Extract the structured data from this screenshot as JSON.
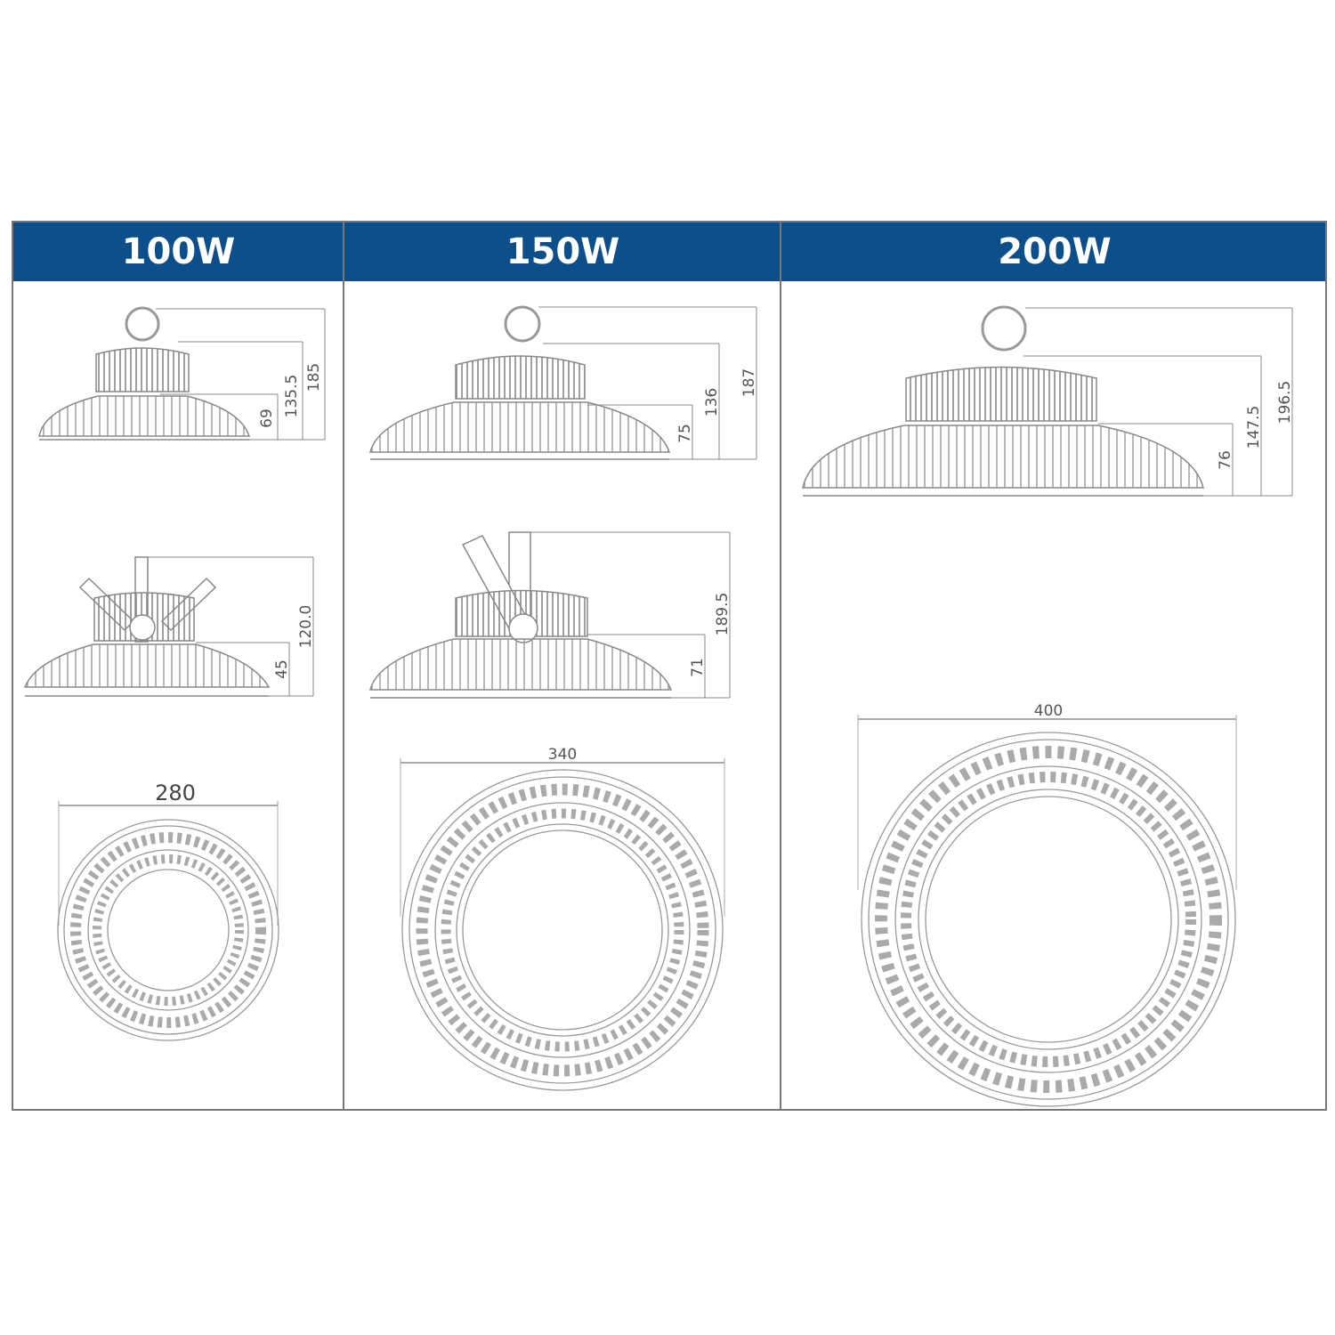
{
  "columns": [
    {
      "header": "100W",
      "side_view": {
        "heights": [
          "69",
          "135.5",
          "185"
        ]
      },
      "bracket_view": {
        "heights": [
          "45",
          "120.0"
        ]
      },
      "bottom_view": {
        "diameter": "280"
      }
    },
    {
      "header": "150W",
      "side_view": {
        "heights": [
          "75",
          "136",
          "187"
        ]
      },
      "bracket_view": {
        "heights": [
          "71",
          "189.5"
        ]
      },
      "bottom_view": {
        "diameter": "340"
      }
    },
    {
      "header": "200W",
      "side_view": {
        "heights": [
          "76",
          "147.5",
          "196.5"
        ]
      },
      "bottom_view": {
        "diameter": "400"
      }
    }
  ],
  "colors": {
    "header_background": "#0d4f8b",
    "header_text": "#ffffff",
    "line": "#888888",
    "border": "#777777"
  }
}
